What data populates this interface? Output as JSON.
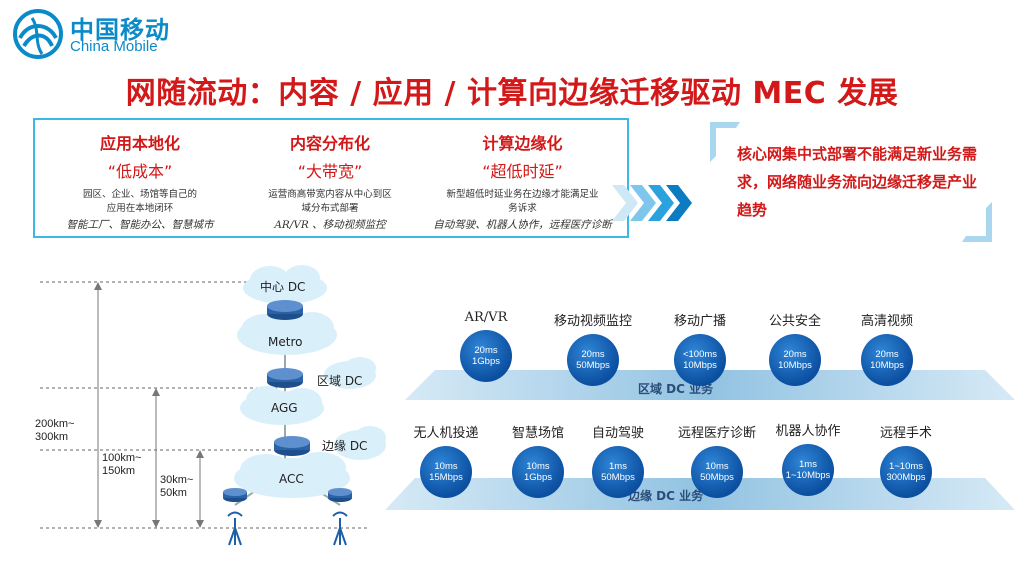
{
  "logo": {
    "cn": "中国移动",
    "en": "China Mobile"
  },
  "title": "网随流动：内容 / 应用 / 计算向边缘迁移驱动 MEC 发展",
  "columns": [
    {
      "heading": "应用本地化",
      "quote": "“低成本”",
      "desc1": "园区、企业、场馆等自己的",
      "desc2": "应用在本地闭环",
      "examples": "智能工厂、智能办公、智慧城市"
    },
    {
      "heading": "内容分布化",
      "quote": "“大带宽”",
      "desc1": "运营商高带宽内容从中心到区",
      "desc2": "域分布式部署",
      "examples": "AR/VR 、移动视频监控"
    },
    {
      "heading": "计算边缘化",
      "quote": "“超低时延”",
      "desc1": "新型超低时延业务在边缘才能满足业",
      "desc2": "务诉求",
      "examples": "自动驾驶、机器人协作，远程医疗诊断"
    }
  ],
  "right_text": "核心网集中式部署不能满足新业务需求，网络随业务流向边缘迁移是产业趋势",
  "diagram": {
    "center_dc": "中心 DC",
    "metro": "Metro",
    "region_dc": "区域 DC",
    "agg": "AGG",
    "edge_dc": "边缘 DC",
    "acc": "ACC",
    "range1": [
      "200km~",
      "300km"
    ],
    "range2": [
      "100km~",
      "150km"
    ],
    "range3": [
      "30km~",
      "50km"
    ]
  },
  "region_band_label": "区域 DC 业务",
  "edge_band_label": "边缘 DC 业务",
  "region_services": [
    {
      "name": "AR/VR",
      "l1": "20ms",
      "l2": "1Gbps"
    },
    {
      "name": "移动视频监控",
      "l1": "20ms",
      "l2": "50Mbps"
    },
    {
      "name": "移动广播",
      "l1": "<100ms",
      "l2": "10Mbps"
    },
    {
      "name": "公共安全",
      "l1": "20ms",
      "l2": "10Mbps"
    },
    {
      "name": "高清视频",
      "l1": "20ms",
      "l2": "10Mbps"
    }
  ],
  "edge_services": [
    {
      "name": "无人机投递",
      "l1": "10ms",
      "l2": "15Mbps"
    },
    {
      "name": "智慧场馆",
      "l1": "10ms",
      "l2": "1Gbps"
    },
    {
      "name": "自动驾驶",
      "l1": "1ms",
      "l2": "50Mbps"
    },
    {
      "name": "远程医疗诊断",
      "l1": "10ms",
      "l2": "50Mbps"
    },
    {
      "name": "机器人协作",
      "l1": "1ms",
      "l2": "1~10Mbps"
    },
    {
      "name": "远程手术",
      "l1": "1~10ms",
      "l2": "300Mbps"
    }
  ],
  "colors": {
    "title_red": "#d21818",
    "brand_blue": "#0b8ac9",
    "box_border": "#3bb7e8",
    "node_blue": "#0c4fa0"
  }
}
